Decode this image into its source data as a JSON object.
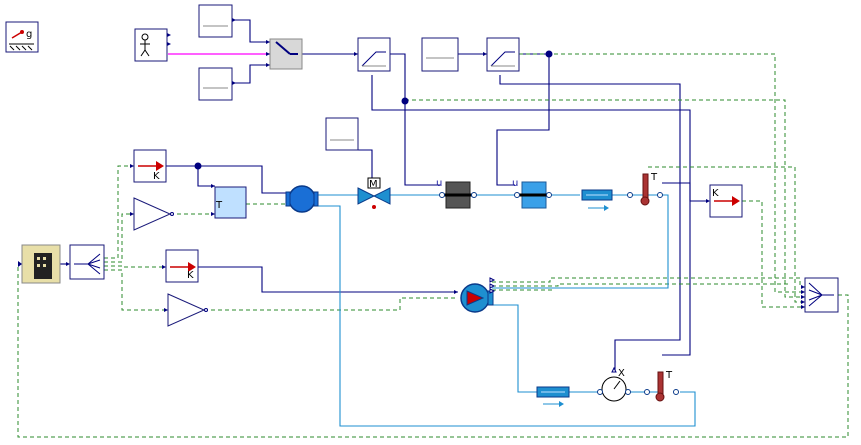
{
  "diagram": {
    "labels": {
      "gravity_g": "g",
      "gain_k_top": "K",
      "gain_k_mid": "K",
      "gain_k_right": "K",
      "temp_block_T": "T",
      "valve_M": "M",
      "heater_u": "u",
      "cooler_u": "u",
      "sensor_T1": "T",
      "sensor_T2": "T",
      "flow_X": "X"
    },
    "colors": {
      "signal": "#00007f",
      "control_dashed": "#2e8b2e",
      "fluid_pipe": "#1e8fd0",
      "boolean": "#ff00ff",
      "heater": "#555555",
      "cooler": "#3aa0e8"
    }
  }
}
